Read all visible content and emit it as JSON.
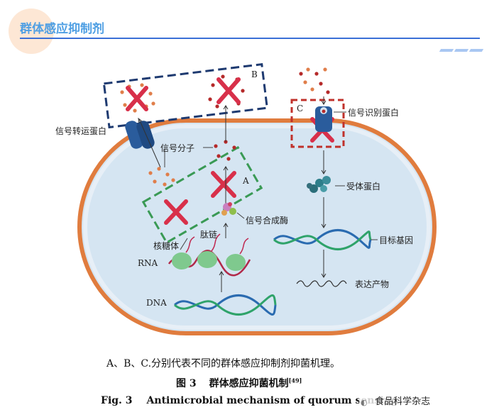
{
  "header": {
    "title": "群体感应抑制剂"
  },
  "labels": {
    "box_b": "B",
    "box_a": "A",
    "box_c": "C",
    "signal_transport_protein": "信号转运蛋白",
    "signal_molecule": "信号分子",
    "signal_synthase": "信号合成酶",
    "peptide_chain": "肽链",
    "ribosome": "核糖体",
    "rna": "RNA",
    "dna": "DNA",
    "signal_recognition_protein": "信号识别蛋白",
    "receptor_protein": "受体蛋白",
    "target_gene": "目标基因",
    "expression_product": "表达产物"
  },
  "caption": {
    "note": "A、B、C.分别代表不同的群体感应抑制剂抑菌机理。",
    "fig_num": "图 3",
    "fig_title": "群体感应抑菌机制",
    "fig_ref": "[49]",
    "en_num": "Fig. 3",
    "en_title": "Antimicrobial mechanism of quorum sensing"
  },
  "watermark": {
    "text": "食品科学杂志"
  },
  "colors": {
    "cell_fill": "#d5e5f2",
    "cell_border": "#e07c3e",
    "cross": "#d8304a",
    "dot_brown": "#e07e4a",
    "dot_red": "#b52a2a",
    "box_navy": "#1e3a70",
    "box_green": "#3a9a55",
    "box_red": "#c0312b",
    "protein_blue": "#2a5c9c"
  }
}
